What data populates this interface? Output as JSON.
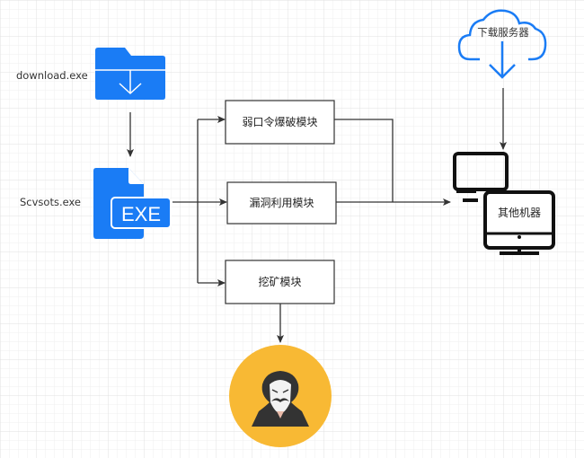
{
  "nodes": {
    "download": {
      "label": "download.exe",
      "icon": "folder-download-icon"
    },
    "exe": {
      "label": "Scvsots.exe",
      "icon": "exe-file-icon",
      "badge": "EXE"
    },
    "weak_password": {
      "label": "弱口令爆破模块"
    },
    "exploit": {
      "label": "漏洞利用模块"
    },
    "mining": {
      "label": "挖矿模块"
    },
    "server": {
      "label": "下载服务器",
      "icon": "cloud-download-icon"
    },
    "machines": {
      "label": "其他机器",
      "icon": "computer-icon"
    },
    "hacker": {
      "icon": "hacker-icon"
    }
  },
  "colors": {
    "blue": "#1a7cf5",
    "hacker_bg": "#f8b934",
    "line": "#333333"
  }
}
